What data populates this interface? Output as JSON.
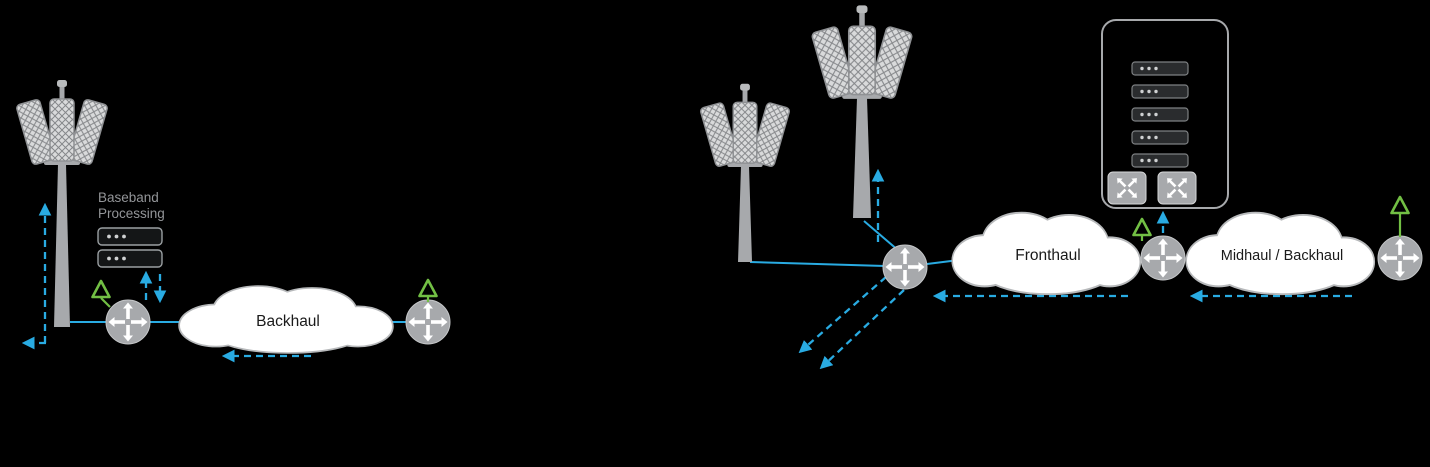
{
  "colors": {
    "background": "#000000",
    "flow": "#29ABE2",
    "device": "#A7A9AC",
    "device_light": "#D9DADB",
    "device_outline": "#8F9194",
    "gnss_green": "#72BF44",
    "cloud_fill": "#FFFFFF",
    "cloud_stroke": "#B7B9BB",
    "cloud_text": "#1A1A1A",
    "gray_label": "#939598",
    "server_dot": "#CFD1D2"
  },
  "icons": {
    "router": "circle-with-four-outward-arrows",
    "switch": "square-with-four-diagonal-arrows",
    "gnss_antenna": "green-outlined-triangle",
    "cell_tower": "mast-with-three-lattice-antenna-panels",
    "server": "dark-bar-with-three-dots",
    "cloud": "scalloped-network-cloud",
    "flow_arrow": "dashed-cyan-arrow"
  },
  "left_diagram": {
    "baseband_label_line1": "Baseband",
    "baseband_label_line2": "Processing",
    "backhaul_cloud_label": "Backhaul"
  },
  "right_diagram": {
    "fronthaul_cloud_label": "Fronthaul",
    "midhaul_cloud_label": "Midhaul / Backhaul"
  }
}
